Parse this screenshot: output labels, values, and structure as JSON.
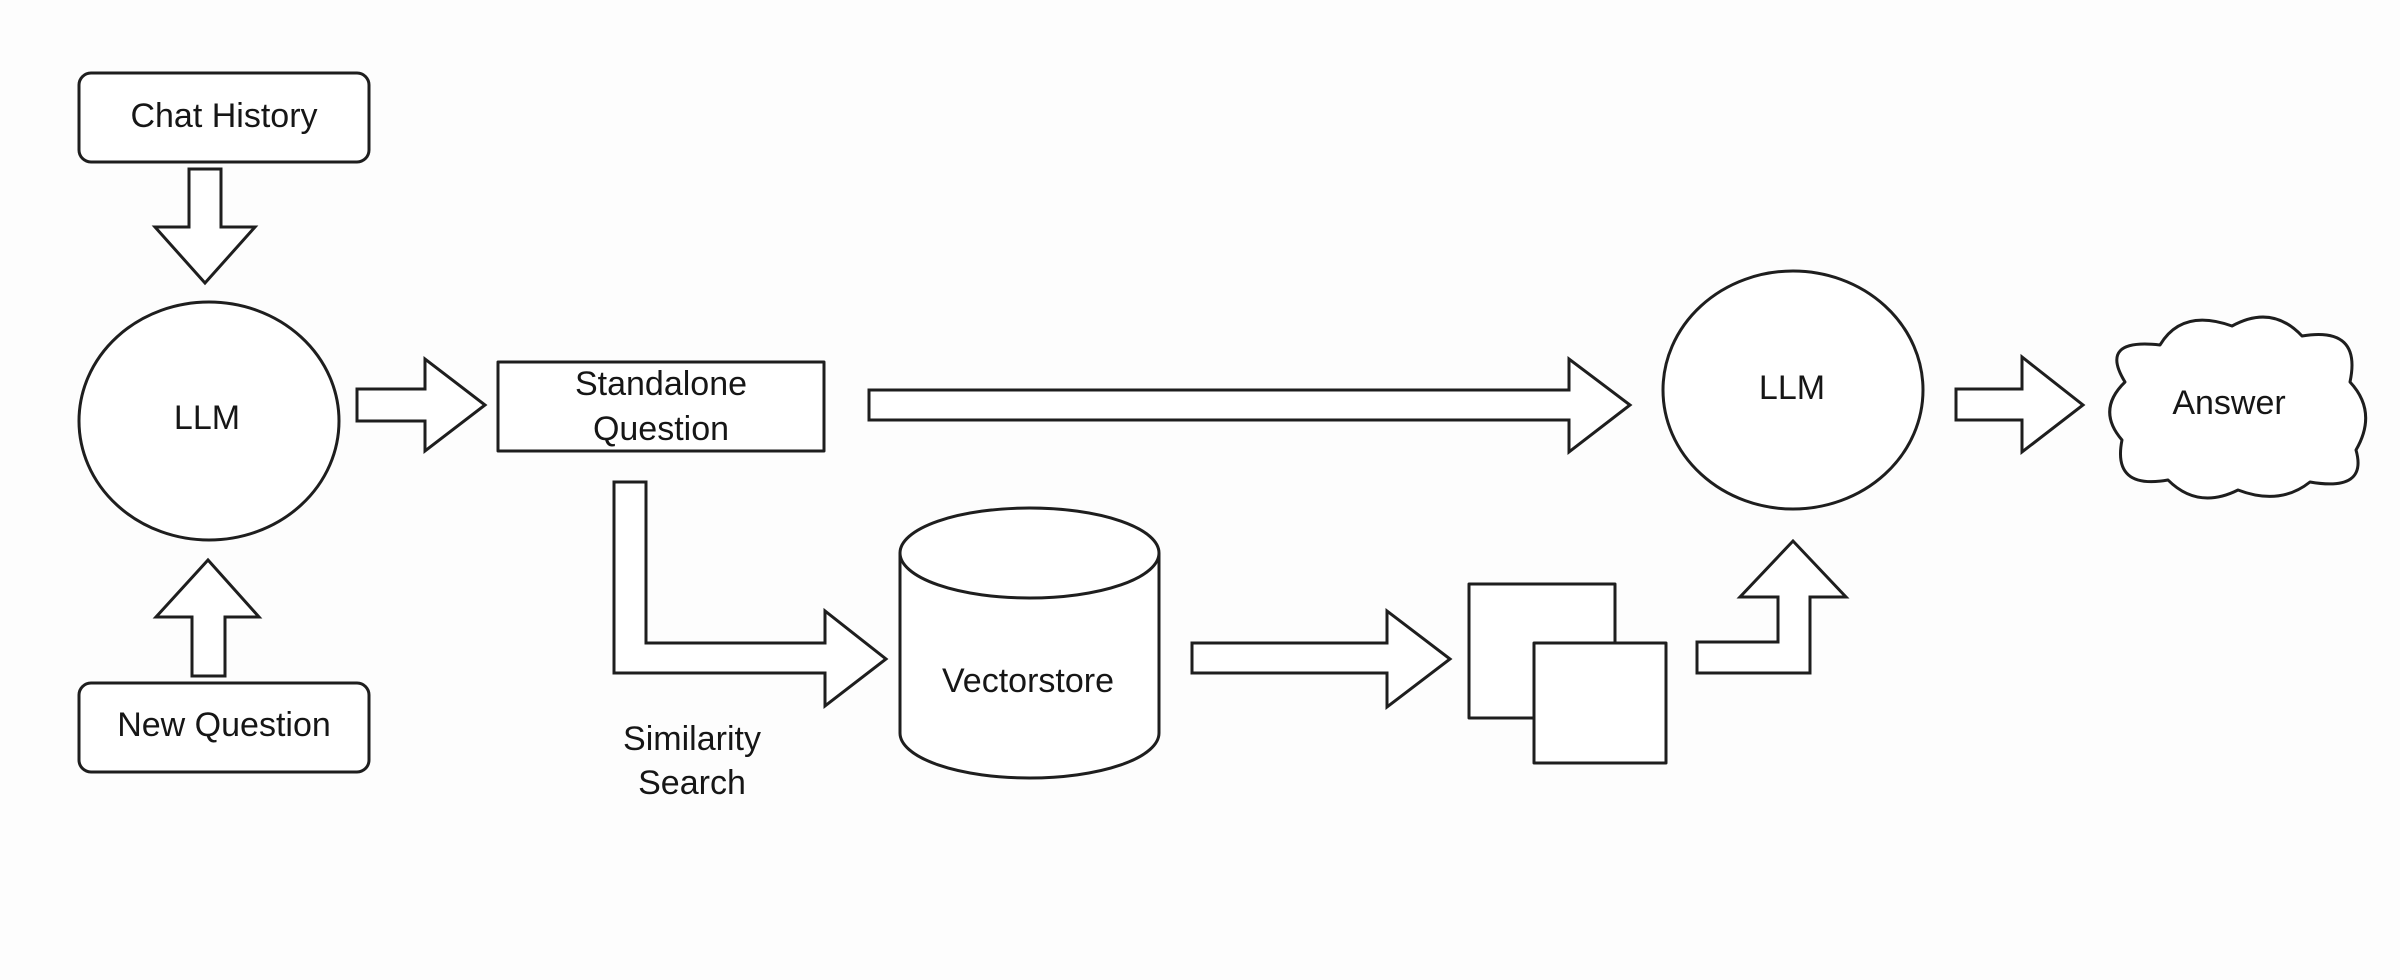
{
  "diagram": {
    "nodes": {
      "chat_history": "Chat History",
      "new_question": "New Question",
      "llm_1": "LLM",
      "standalone_line1": "Standalone",
      "standalone_line2": "Question",
      "vectorstore": "Vectorstore",
      "llm_2": "LLM",
      "answer": "Answer"
    },
    "edge_labels": {
      "similarity_line1": "Similarity",
      "similarity_line2": "Search"
    },
    "edges": [
      {
        "from": "Chat History",
        "to": "LLM"
      },
      {
        "from": "New Question",
        "to": "LLM"
      },
      {
        "from": "LLM",
        "to": "Standalone Question"
      },
      {
        "from": "Standalone Question",
        "to": "LLM (second)"
      },
      {
        "from": "Standalone Question",
        "to": "Vectorstore",
        "label": "Similarity Search"
      },
      {
        "from": "Vectorstore",
        "to": "documents"
      },
      {
        "from": "documents",
        "to": "LLM (second)"
      },
      {
        "from": "LLM (second)",
        "to": "Answer"
      }
    ],
    "colors": {
      "stroke": "#1e1e1e",
      "background": "#fdfdfd"
    }
  }
}
